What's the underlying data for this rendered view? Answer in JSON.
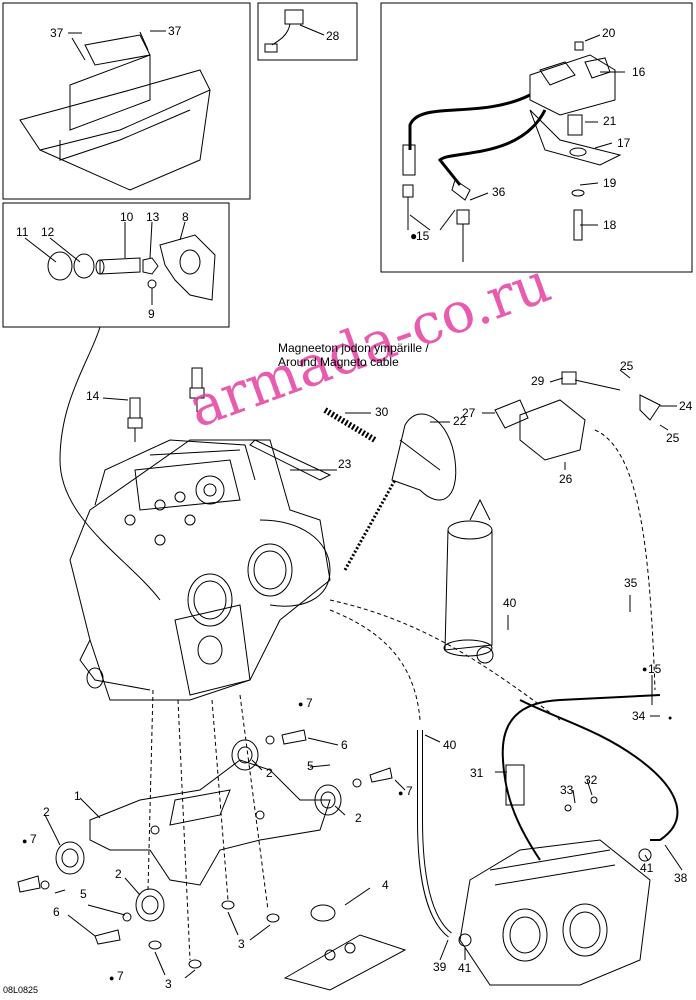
{
  "watermark": "armada-co.ru",
  "diagram_code": "08L0825",
  "note": {
    "line1": "Magneeton jodon ympärille /",
    "line2": "Around Magneto cable"
  },
  "callouts": [
    {
      "id": "c37a",
      "text": "37"
    },
    {
      "id": "c37b",
      "text": "37"
    },
    {
      "id": "c28",
      "text": "28"
    },
    {
      "id": "c20",
      "text": "20"
    },
    {
      "id": "c16",
      "text": "16"
    },
    {
      "id": "c21",
      "text": "21"
    },
    {
      "id": "c17",
      "text": "17"
    },
    {
      "id": "c19",
      "text": "19"
    },
    {
      "id": "c18",
      "text": "18"
    },
    {
      "id": "c36",
      "text": "36"
    },
    {
      "id": "c15a",
      "text": "15"
    },
    {
      "id": "c11",
      "text": "11"
    },
    {
      "id": "c12",
      "text": "12"
    },
    {
      "id": "c10",
      "text": "10"
    },
    {
      "id": "c13",
      "text": "13"
    },
    {
      "id": "c8",
      "text": "8"
    },
    {
      "id": "c9",
      "text": "9"
    },
    {
      "id": "c14",
      "text": "14"
    },
    {
      "id": "c30",
      "text": "30"
    },
    {
      "id": "c22",
      "text": "22"
    },
    {
      "id": "c23",
      "text": "23"
    },
    {
      "id": "c29",
      "text": "29"
    },
    {
      "id": "c25a",
      "text": "25"
    },
    {
      "id": "c24",
      "text": "24"
    },
    {
      "id": "c25b",
      "text": "25"
    },
    {
      "id": "c27",
      "text": "27"
    },
    {
      "id": "c26",
      "text": "26"
    },
    {
      "id": "c35",
      "text": "35"
    },
    {
      "id": "c40a",
      "text": "40"
    },
    {
      "id": "c15b",
      "text": "15"
    },
    {
      "id": "c34",
      "text": "34"
    },
    {
      "id": "c7a",
      "text": "7"
    },
    {
      "id": "c6a",
      "text": "6"
    },
    {
      "id": "c2a",
      "text": "2"
    },
    {
      "id": "c5a",
      "text": "5"
    },
    {
      "id": "c7b",
      "text": "7"
    },
    {
      "id": "c2b",
      "text": "2"
    },
    {
      "id": "c40b",
      "text": "40"
    },
    {
      "id": "c31",
      "text": "31"
    },
    {
      "id": "c32",
      "text": "32"
    },
    {
      "id": "c33",
      "text": "33"
    },
    {
      "id": "c1",
      "text": "1"
    },
    {
      "id": "c2c",
      "text": "2"
    },
    {
      "id": "c7c",
      "text": "7"
    },
    {
      "id": "c5b",
      "text": "5"
    },
    {
      "id": "c2d",
      "text": "2"
    },
    {
      "id": "c6b",
      "text": "6"
    },
    {
      "id": "c4",
      "text": "4"
    },
    {
      "id": "c3a",
      "text": "3"
    },
    {
      "id": "c3b",
      "text": "3"
    },
    {
      "id": "c7d",
      "text": "7"
    },
    {
      "id": "c41a",
      "text": "41"
    },
    {
      "id": "c38",
      "text": "38"
    },
    {
      "id": "c39",
      "text": "39"
    },
    {
      "id": "c41b",
      "text": "41"
    }
  ]
}
